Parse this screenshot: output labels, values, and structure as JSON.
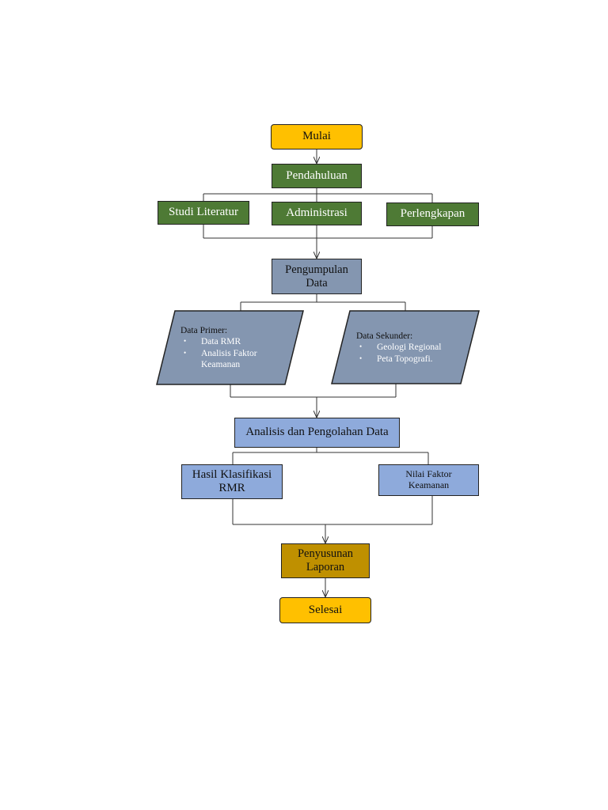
{
  "flow": {
    "start": "Mulai",
    "intro": "Pendahuluan",
    "studi": "Studi Literatur",
    "admin": "Administrasi",
    "perlengkapan": "Perlengkapan",
    "pengumpulan": "Pengumpulan Data",
    "primer": {
      "heading": "Data Primer:",
      "items": [
        "Data RMR",
        "Analisis Faktor Keamanan"
      ]
    },
    "sekunder": {
      "heading": "Data Sekunder:",
      "items": [
        "Geologi Regional",
        "Peta Topografi."
      ]
    },
    "analisis": "Analisis dan Pengolahan Data",
    "hasil": "Hasil Klasifikasi RMR",
    "nilai": "Nilai Faktor Keamanan",
    "laporan": "Penyusunan Laporan",
    "selesai": "Selesai"
  },
  "colors": {
    "yellow": "#ffc000",
    "green": "#4e7a35",
    "slate": "#8496b0",
    "blue": "#8eaadb",
    "gold": "#bf9000"
  }
}
